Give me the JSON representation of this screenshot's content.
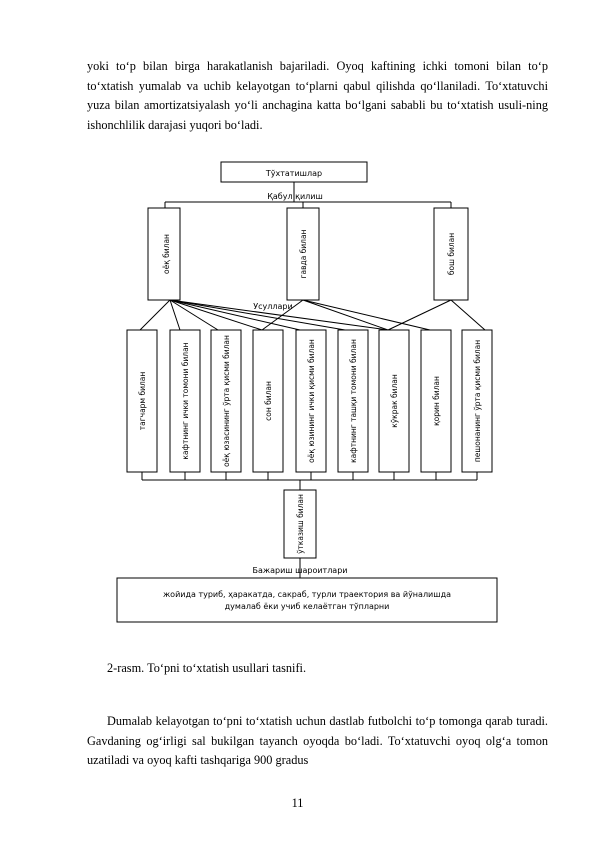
{
  "paragraph1": "yoki to‘p bilan birga harakatlanish bajariladi. Oyoq kaftining ichki tomoni bilan to‘p to‘xtatish yumalab va uchib kelayotgan to‘plarni qabul qilishda qo‘llaniladi. To‘xtatuvchi yuza bilan amortizatsiyalash yo‘li anchagina katta bo‘lgani sababli bu to‘xtatish usuli-ning ishonchlilik darajasi yuqori bo‘ladi.",
  "diagram": {
    "title": "Тўхтатишлар",
    "receive_label": "Қабул қилиш",
    "top_boxes": [
      "оёқ билан",
      "гавда билан",
      "бош билан"
    ],
    "methods_label": "Усуллари",
    "method_boxes": [
      "тагчарм билан",
      "кафтнинг ички томони билан",
      "оёқ юзасининг ўрта қисми билан",
      "сон билан",
      "оёқ юзининг ички қисми билан",
      "кафтнинг ташқи томони билан",
      "кўкрак билан",
      "қорин билан",
      "пешонанинг ўрта қисми билан"
    ],
    "center_box": "ўтказиш билан",
    "conditions_label": "Бажариш шароитлари",
    "conditions_text": "жойида туриб, ҳаракатда, сакраб, турли траектория ва йўналишда думалаб ёки учиб келаётган тўпларни"
  },
  "caption": "2-rasm. To‘pni to‘xtatish usullari tasnifi.",
  "paragraph2": "Dumalab kelayotgan to‘pni to‘xtatish uchun dastlab futbolchi to‘p tomonga qarab turadi. Gavdaning og‘irligi sal bukilgan tayanch oyoqda bo‘ladi. To‘xtatuvchi oyoq olg‘a tomon uzatiladi va oyoq kafti tashqariga 900 gradus",
  "page_number": "11"
}
